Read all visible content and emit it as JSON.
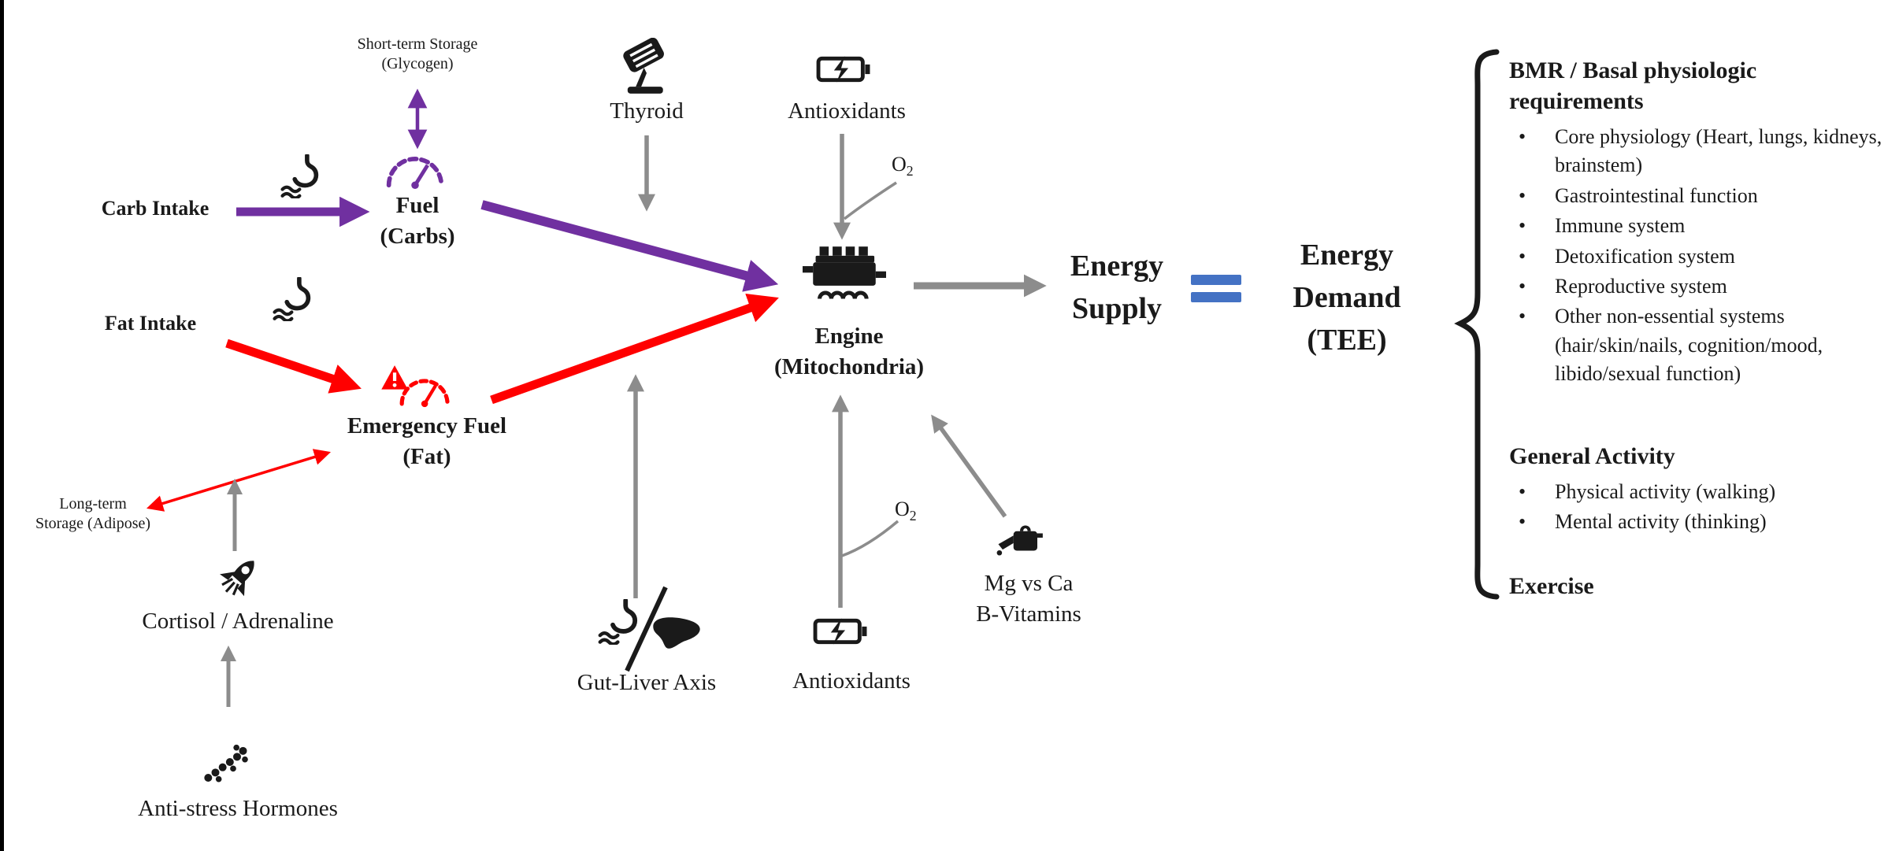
{
  "colors": {
    "purple": "#7030A0",
    "red": "#FF0000",
    "gray": "#8C8C8C",
    "blue": "#4472C4",
    "black": "#1A1A1A"
  },
  "nodes": {
    "short_term_storage": {
      "line1": "Short-term Storage",
      "line2": "(Glycogen)"
    },
    "carb_intake": "Carb Intake",
    "fuel": {
      "line1": "Fuel",
      "line2": "(Carbs)"
    },
    "fat_intake": "Fat Intake",
    "emergency_fuel": {
      "line1": "Emergency Fuel",
      "line2": "(Fat)"
    },
    "long_term_storage": {
      "line1": "Long-term",
      "line2": "Storage (Adipose)"
    },
    "cortisol": "Cortisol / Adrenaline",
    "anti_stress": "Anti-stress Hormones",
    "thyroid": "Thyroid",
    "antioxidants_top": "Antioxidants",
    "o2_top": {
      "text": "O",
      "sub": "2"
    },
    "engine": {
      "line1": "Engine",
      "line2": "(Mitochondria)"
    },
    "energy_supply": {
      "line1": "Energy",
      "line2": "Supply"
    },
    "energy_demand": {
      "line1": "Energy",
      "line2": "Demand",
      "line3": "(TEE)"
    },
    "gut_liver": "Gut-Liver Axis",
    "antioxidants_bottom": "Antioxidants",
    "o2_bottom": {
      "text": "O",
      "sub": "2"
    },
    "minerals": {
      "line1": "Mg vs Ca",
      "line2": "B-Vitamins"
    }
  },
  "demand_list": {
    "bmr_heading": "BMR / Basal physiologic requirements",
    "bmr_items": [
      "Core physiology (Heart, lungs, kidneys, brainstem)",
      "Gastrointestinal function",
      "Immune system",
      "Detoxification system",
      "Reproductive system",
      "Other non-essential systems (hair/skin/nails, cognition/mood, libido/sexual function)"
    ],
    "general_activity_heading": "General Activity",
    "general_activity_items": [
      "Physical activity (walking)",
      "Mental activity (thinking)"
    ],
    "exercise_heading": "Exercise"
  }
}
